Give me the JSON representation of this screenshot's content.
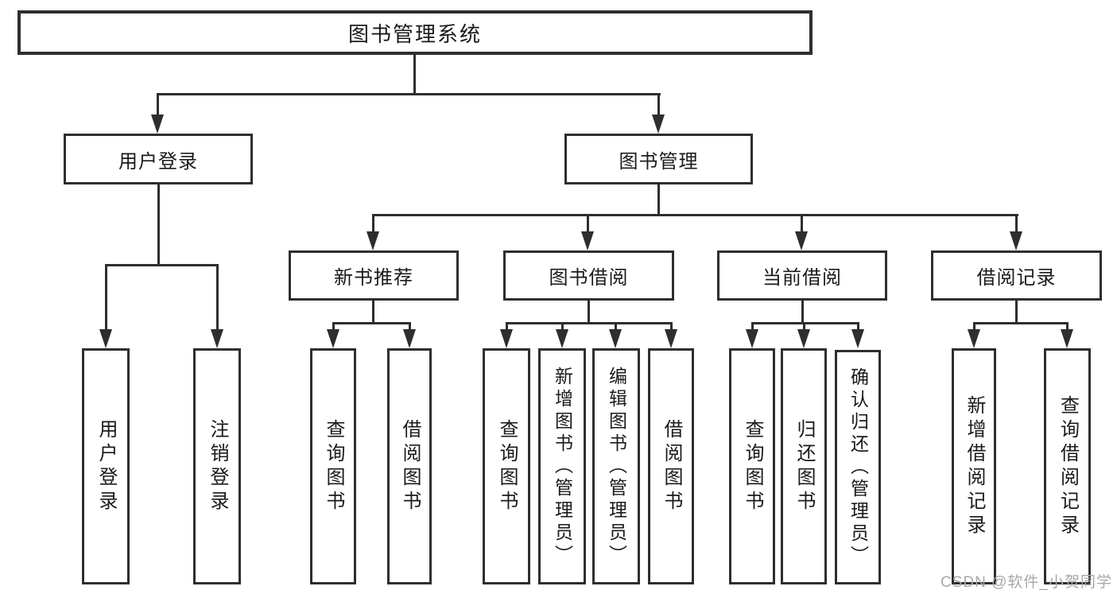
{
  "diagram": {
    "root": "图书管理系统",
    "branches": [
      {
        "label": "用户登录",
        "leaves": [
          "用户登录",
          "注销登录"
        ]
      },
      {
        "label": "图书管理",
        "groups": [
          {
            "label": "新书推荐",
            "leaves": [
              "查询图书",
              "借阅图书"
            ]
          },
          {
            "label": "图书借阅",
            "leaves": [
              "查询图书",
              "新增图书（管理员）",
              "编辑图书（管理员）",
              "借阅图书"
            ]
          },
          {
            "label": "当前借阅",
            "leaves": [
              "查询图书",
              "归还图书",
              "确认归还（管理员）"
            ]
          },
          {
            "label": "借阅记录",
            "leaves": [
              "新增借阅记录",
              "查询借阅记录"
            ]
          }
        ]
      }
    ],
    "watermark": "CSDN @软件_小贺同学",
    "colors": {
      "line": "#2e2e2e",
      "text": "#1a1a1a",
      "background": "#ffffff",
      "watermark": "#a8a8a8"
    }
  }
}
